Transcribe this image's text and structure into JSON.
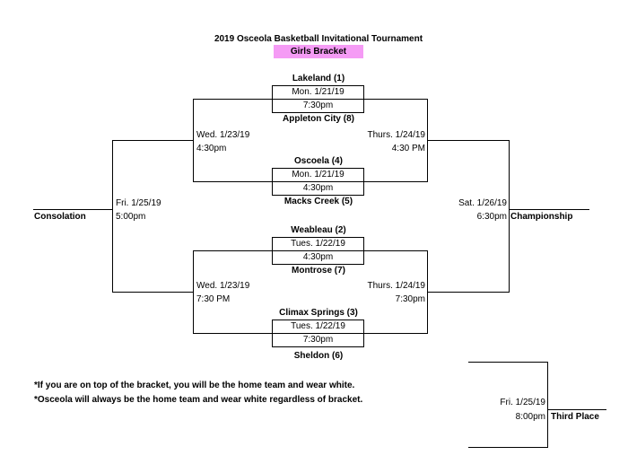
{
  "title": "2019 Osceola Basketball Invitational Tournament",
  "bracket_label": "Girls Bracket",
  "games": {
    "g1": {
      "top_team": "Lakeland (1)",
      "date": "Mon. 1/21/19",
      "time": "7:30pm",
      "bottom_team": "Appleton City (8)"
    },
    "g2": {
      "top_team": "Oscoela (4)",
      "date": "Mon. 1/21/19",
      "time": "4:30pm",
      "bottom_team": "Macks Creek (5)"
    },
    "g3": {
      "top_team": "Weableau (2)",
      "date": "Tues. 1/22/19",
      "time": "4:30pm",
      "bottom_team": "Montrose (7)"
    },
    "g4": {
      "top_team": "Climax Springs (3)",
      "date": "Tues. 1/22/19",
      "time": "7:30pm",
      "bottom_team": "Sheldon (6)"
    }
  },
  "semis": {
    "left_top": {
      "date": "Wed. 1/23/19",
      "time": "4:30pm"
    },
    "right_top": {
      "date": "Thurs. 1/24/19",
      "time": "4:30 PM"
    },
    "left_bottom": {
      "date": "Wed. 1/23/19",
      "time": "7:30 PM"
    },
    "right_bottom": {
      "date": "Thurs. 1/24/19",
      "time": "7:30pm"
    }
  },
  "finals": {
    "consolation": {
      "label": "Consolation",
      "date": "Fri. 1/25/19",
      "time": "5:00pm"
    },
    "championship": {
      "label": "Championship",
      "date": "Sat. 1/26/19",
      "time": "6:30pm"
    },
    "third_place": {
      "label": "Third Place",
      "date": "Fri. 1/25/19",
      "time": "8:00pm"
    }
  },
  "notes": [
    "*If you are on top of the bracket, you will be the home team and wear white.",
    "*Osceola will always be the home team and wear white regardless of bracket."
  ]
}
